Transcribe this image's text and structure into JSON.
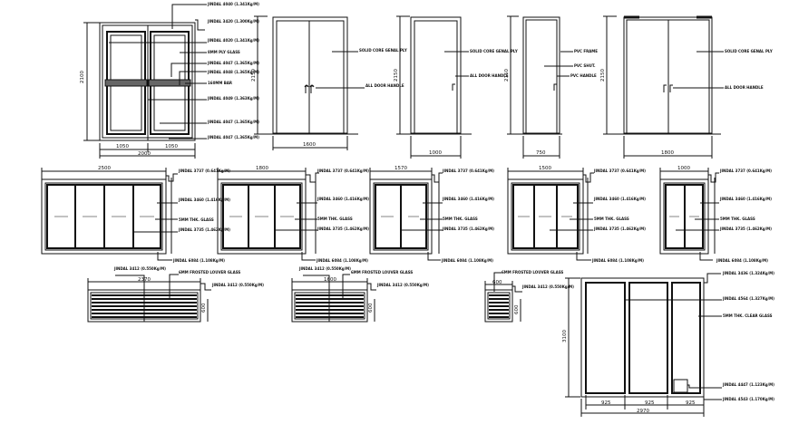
{
  "sheet": {
    "title": "Door, window and louver elevations (CAD sheet)",
    "line_color": "#111111",
    "background": "#ffffff"
  },
  "doors": [
    {
      "id": "D1",
      "type": "double glazed door",
      "height": "2100",
      "widths": [
        "1050",
        "1050"
      ],
      "total_width": "2000",
      "annotations": [
        "JINDAL 4040 (1.341Kg/M)",
        "JINDAL 3420 (1.300Kg/M)",
        "JINDAL 4020 (1.341Kg/M)",
        "8MM PLY GLASS",
        "JINDAL 4047 (1.365Kg/M)",
        "JINDAL 4048 (1.365Kg/M)",
        "160MM BAR",
        "JINDAL 4049 (1.363Kg/M)",
        "JINDAL 4047 (1.365Kg/M)",
        "JINDAL 4047 (1.365Kg/M)"
      ]
    },
    {
      "id": "D2",
      "type": "double solid door",
      "height": "2150",
      "width": "1600",
      "annotations": [
        "SOLID CORE GENAL PLY",
        "ALL DOOR HANDLE"
      ]
    },
    {
      "id": "D3",
      "type": "single solid door",
      "height": "2150",
      "width": "1000",
      "annotations": [
        "SOLID CORE GENAL PLY",
        "ALL DOOR HANDLE"
      ]
    },
    {
      "id": "D4",
      "type": "PVC door",
      "height": "2150",
      "width": "750",
      "annotations": [
        "PVC FRAME",
        "PVC SHUT.",
        "PVC HANDLE"
      ]
    },
    {
      "id": "D5",
      "type": "double solid door",
      "height": "2150",
      "width": "1800",
      "annotations": [
        "SOLID CORE GENAL PLY",
        "ALL DOOR HANDLE"
      ]
    }
  ],
  "windows": [
    {
      "id": "W1",
      "width": "2500",
      "panels": 4,
      "annotations": [
        "JINDAL 3737 (0.641Kg/M)",
        "JINDAL 3460 (1.416Kg/M)",
        "5MM THK. GLASS",
        "JINDAL 3735 (1.462Kg/M)",
        "JINDAL 6084 (1.108Kg/M)"
      ]
    },
    {
      "id": "W2",
      "width": "1800",
      "panels": 3,
      "annotations": [
        "JINDAL 3737 (0.641Kg/M)",
        "JINDAL 3460 (1.416Kg/M)",
        "5MM THK. GLASS",
        "JINDAL 3735 (1.462Kg/M)",
        "JINDAL 6084 (1.108Kg/M)"
      ]
    },
    {
      "id": "W3",
      "width": "1570",
      "panels": 2,
      "annotations": [
        "JINDAL 3737 (0.641Kg/M)",
        "JINDAL 3460 (1.416Kg/M)",
        "5MM THK. GLASS",
        "JINDAL 3735 (1.462Kg/M)",
        "JINDAL 6084 (1.108Kg/M)"
      ]
    },
    {
      "id": "W4",
      "width": "1500",
      "panels": 3,
      "annotations": [
        "JINDAL 3737 (0.641Kg/M)",
        "JINDAL 3460 (1.416Kg/M)",
        "5MM THK. GLASS",
        "JINDAL 3735 (1.462Kg/M)",
        "JINDAL 6084 (1.108Kg/M)"
      ]
    },
    {
      "id": "W5",
      "width": "1000",
      "panels": 2,
      "annotations": [
        "JINDAL 3737 (0.641Kg/M)",
        "JINDAL 3460 (1.416Kg/M)",
        "5MM THK. GLASS",
        "JINDAL 3735 (1.462Kg/M)",
        "JINDAL 6084 (1.108Kg/M)"
      ]
    }
  ],
  "louvers": [
    {
      "id": "L1",
      "width": "2370",
      "height": "600",
      "annotations": [
        "JINDAL 3412 (0.550Kg/M)",
        "6MM FROSTED LOUVER GLASS",
        "JINDAL 3412 (0.550Kg/M)"
      ]
    },
    {
      "id": "L2",
      "width": "1600",
      "height": "600",
      "annotations": [
        "JINDAL 3412 (0.550Kg/M)",
        "6MM FROSTED LOUVER GLASS",
        "JINDAL 3412 (0.550Kg/M)"
      ]
    },
    {
      "id": "L3",
      "width": "600",
      "height": "600",
      "annotations": [
        "6MM FROSTED LOUVER GLASS",
        "JINDAL 3412 (0.550Kg/M)"
      ]
    }
  ],
  "fixed_glazing": {
    "id": "FG1",
    "height": "3100",
    "widths": [
      "925",
      "925",
      "925"
    ],
    "total_width": "2970",
    "annotations": [
      "JINDAL 3436 (1.324Kg/M)",
      "JINDAL 4564 (1.327Kg/M)",
      "5MM THK. CLEAR GLASS",
      "JINDAL 4447 (1.123Kg/M)",
      "JINDAL 4543 (1.170Kg/M)"
    ]
  }
}
